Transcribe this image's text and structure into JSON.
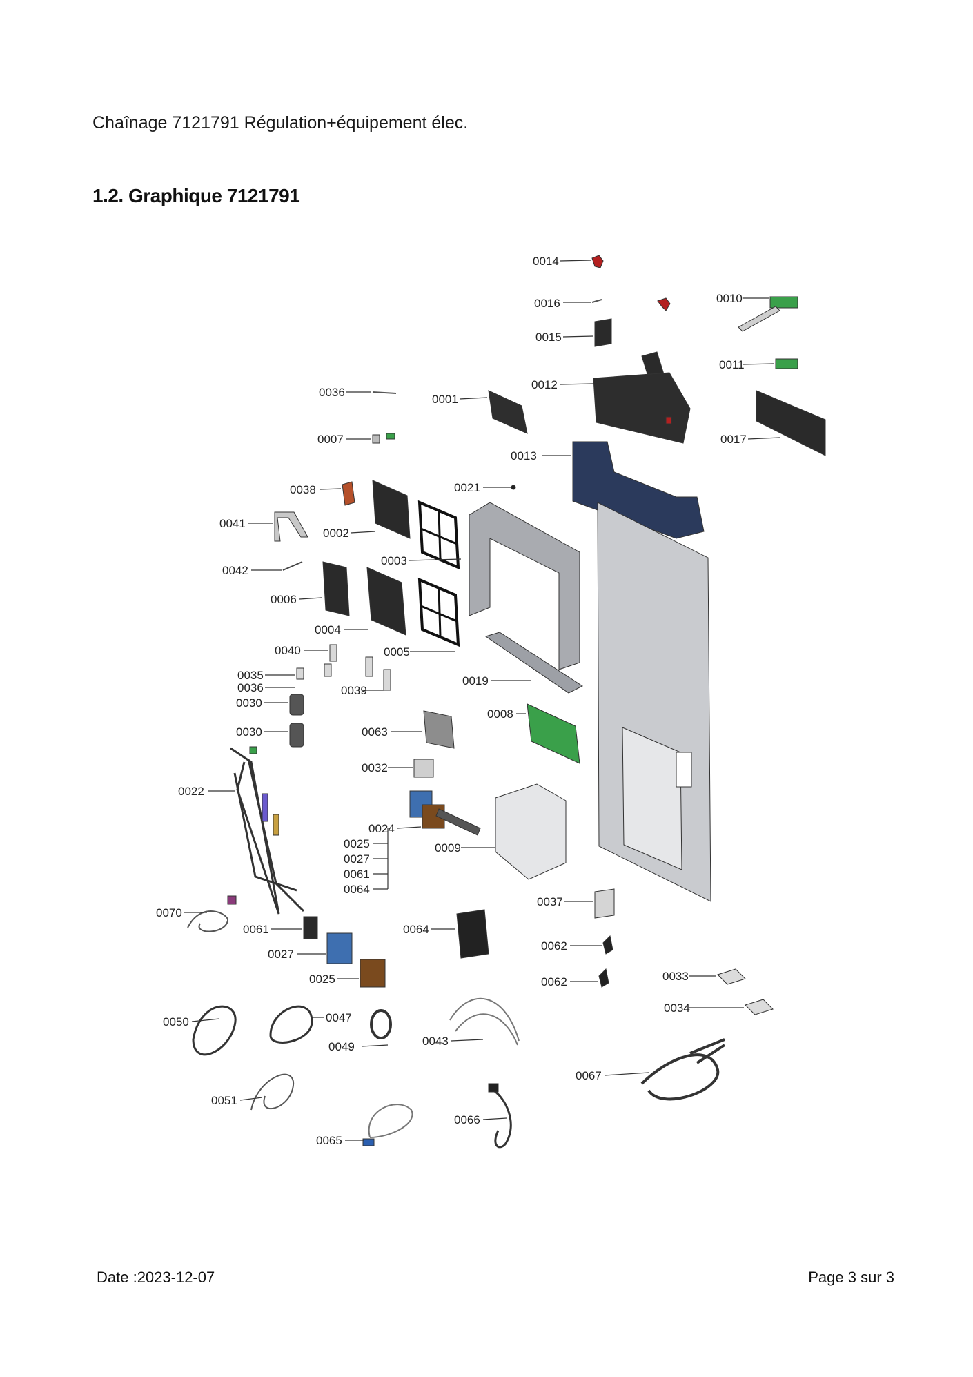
{
  "header": {
    "title": "Chaînage 7121791 Régulation+équipement élec."
  },
  "section": {
    "heading": "1.2. Graphique 7121791"
  },
  "diagram": {
    "callouts": [
      "0014",
      "0016",
      "0010",
      "0015",
      "0011",
      "0012",
      "0036",
      "0001",
      "0017",
      "0007",
      "0013",
      "0038",
      "0021",
      "0041",
      "0002",
      "0003",
      "0042",
      "0006",
      "0004",
      "0040",
      "0005",
      "0035",
      "0036",
      "0030",
      "0039",
      "0019",
      "0008",
      "0030",
      "0063",
      "0032",
      "0022",
      "0024",
      "0025",
      "0027",
      "0061",
      "0064",
      "0009",
      "0037",
      "0070",
      "0061",
      "0064",
      "0027",
      "0062",
      "0025",
      "0062",
      "0033",
      "0034",
      "0050",
      "0047",
      "0049",
      "0043",
      "0067",
      "0051",
      "0066",
      "0065"
    ]
  },
  "footer": {
    "date": "Date :2023-12-07",
    "page": "Page 3 sur   3"
  },
  "colors": {
    "green_board": "#3aa04a",
    "dark_part": "#2a2a2a",
    "navy_part": "#2b3a5c",
    "blue_part": "#3e6fb0",
    "brown_part": "#7a4a1e",
    "red_part": "#b42020",
    "grey_panel": "#c9cbcf"
  }
}
